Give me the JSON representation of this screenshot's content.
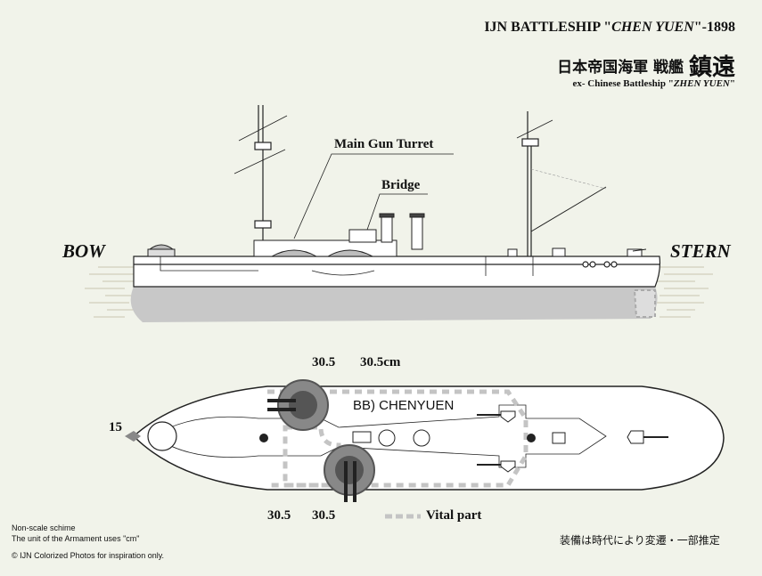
{
  "header": {
    "title_prefix": "IJN BATTLESHIP \"",
    "title_name": "CHEN YUEN",
    "title_suffix": "\"-1898",
    "jp_label": "日本帝国海軍 戦艦",
    "jp_name": "鎮遠",
    "subtitle_prefix": "ex- Chinese Battleship \"",
    "subtitle_name": "ZHEN YUEN",
    "subtitle_suffix": "\""
  },
  "side_view": {
    "bow_label": "BOW",
    "stern_label": "STERN",
    "callouts": {
      "main_gun_turret": "Main Gun Turret",
      "bridge": "Bridge"
    }
  },
  "top_view": {
    "ship_label": "BB) CHENYUEN",
    "armament": {
      "top_left": "30.5",
      "top_right": "30.5cm",
      "bottom_left": "30.5",
      "bottom_right": "30.5",
      "bow_gun": "15"
    },
    "legend_vital": "Vital part"
  },
  "footer": {
    "note1": "Non-scale schime",
    "note2": "The unit of the Armament uses \"cm\"",
    "copyright": "© IJN Colorized Photos   for inspiration only.",
    "jp_note": "装備は時代により変遷・一部推定"
  },
  "colors": {
    "background": "#f1f3ea",
    "hull_underwater": "#c8c8c8",
    "turret": "#8a8a8a",
    "vital_dash": "#c4c4c4"
  }
}
